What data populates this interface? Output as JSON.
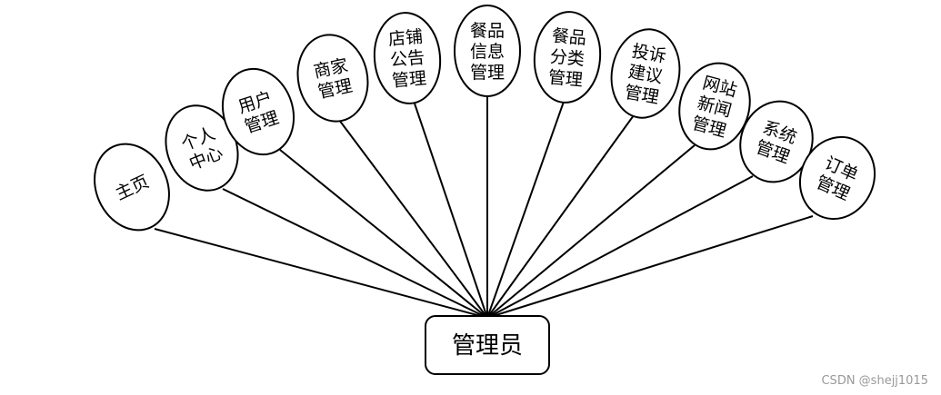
{
  "diagram": {
    "root": {
      "label": "管理员"
    },
    "leaves": [
      {
        "id": "home",
        "lines": [
          "主页"
        ]
      },
      {
        "id": "personal-center",
        "lines": [
          "个人",
          "中心"
        ]
      },
      {
        "id": "user-management",
        "lines": [
          "用户",
          "管理"
        ]
      },
      {
        "id": "merchant-management",
        "lines": [
          "商家",
          "管理"
        ]
      },
      {
        "id": "store-announcement-management",
        "lines": [
          "店铺",
          "公告",
          "管理"
        ]
      },
      {
        "id": "meal-info-management",
        "lines": [
          "餐品",
          "信息",
          "管理"
        ]
      },
      {
        "id": "meal-category-management",
        "lines": [
          "餐品",
          "分类",
          "管理"
        ]
      },
      {
        "id": "complaint-suggestion-management",
        "lines": [
          "投诉",
          "建议",
          "管理"
        ]
      },
      {
        "id": "site-news-management",
        "lines": [
          "网站",
          "新闻",
          "管理"
        ]
      },
      {
        "id": "system-management",
        "lines": [
          "系统",
          "管理"
        ]
      },
      {
        "id": "order-management",
        "lines": [
          "订单",
          "管理"
        ]
      }
    ]
  },
  "watermark": "CSDN @shejj1015"
}
